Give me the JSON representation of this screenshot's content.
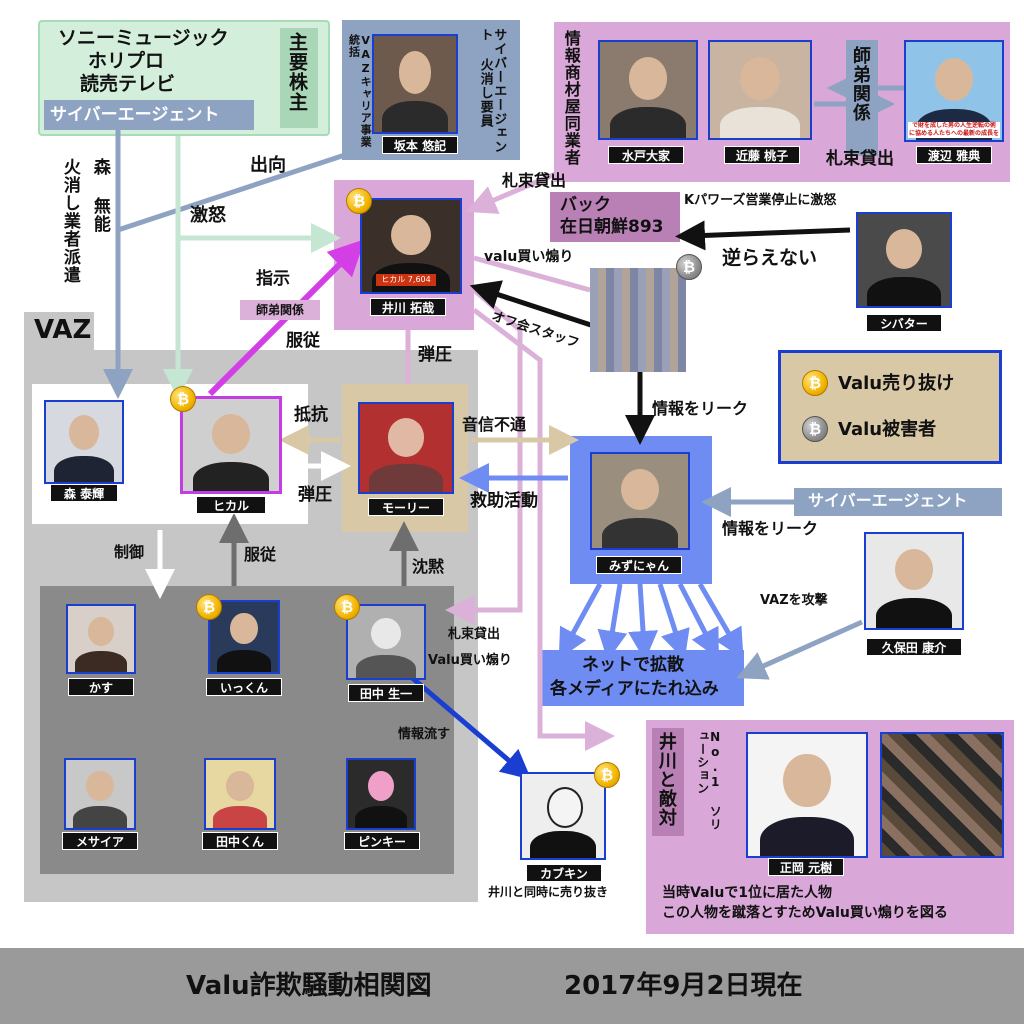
{
  "title": "Valu詐欺騒動相関図",
  "date": "2017年9月2日現在",
  "shareholders": {
    "names": [
      "ソニーミュージック",
      "ホリプロ",
      "読売テレビ"
    ],
    "label": "主要株主",
    "ca": "サイバーエージェント"
  },
  "sakamoto": {
    "name": "坂本 悠記",
    "role1": "サイバーエージェント 火消し要員",
    "role2": "VAZキャリア事業統括"
  },
  "info_group": {
    "label": "情報商材屋同業者",
    "mito": "水戸大家",
    "kondo": "近藤 桃子",
    "watanabe": "渡辺 雅典",
    "shitei": "師弟関係",
    "watanabe_caption": "で財を成した男の人生逆転の術 に協める人たちへの最新の成長を"
  },
  "people": {
    "ikawa": "井川 拓哉",
    "ikawa_plate": "ヒカル 7,604",
    "hikaru": "ヒカル",
    "mori_taiki": "森 泰輝",
    "mory": "モーリー",
    "mizunyan": "みずにゃん",
    "shibata": "シバター",
    "kubota": "久保田 康介",
    "kasu": "かす",
    "ikkun": "いっくん",
    "tanaka_seiichi": "田中 生一",
    "messiah": "メサイア",
    "tanakakun": "田中くん",
    "pinky": "ピンキー",
    "kabukin": "カブキン",
    "kabukin_note": "井川と同時に売り抜き",
    "masaoka": "正岡 元樹"
  },
  "back": {
    "line1": "バック",
    "line2": "在日朝鮮893"
  },
  "vaz_label": "VAZ",
  "legend": {
    "seller": "Valu売り抜け",
    "victim": "Valu被害者"
  },
  "ca_right": "サイバーエージェント",
  "spread": {
    "line1": "ネットで拡散",
    "line2": "各メディアにたれ込み"
  },
  "enemy": {
    "label": "井川と敵対",
    "no1": "No.1 ソリューション",
    "note1": "当時Valuで1位に居た人物",
    "note2": "この人物を蹴落とすためValu買い煽りを図る"
  },
  "relations": {
    "mori_muno": "森 無能",
    "hikeshi_haken": "火消し業者派遣",
    "shukko": "出向",
    "gekido": "激怒",
    "satsutaba1": "札束貸出",
    "satsutaba2": "札束貸出",
    "kpowers": "Kパワーズ営業停止に激怒",
    "sakaraenai": "逆らえない",
    "valu_kaiaori": "valu買い煽り",
    "offkai": "オフ会スタッフ",
    "shiji": "指示",
    "shitei_kankei": "師弟関係",
    "fukuju1": "服従",
    "dan_atsu1": "弾圧",
    "teikou": "抵抗",
    "dan_atsu2": "弾圧",
    "onshin": "音信不通",
    "kyujo": "救助活動",
    "leak1": "情報をリーク",
    "leak2": "情報をリーク",
    "vaz_attack": "VAZを攻撃",
    "seigyo": "制御",
    "fukuju2": "服従",
    "chinmoku": "沈黙",
    "satsutaba3": "札束貸出",
    "valu_kaiaori2": "Valu買い煽り",
    "info_nagasu": "情報流す"
  },
  "colors": {
    "green_box": "#d4eedc",
    "green_border": "#a8dbb8",
    "slate_box": "#8ea2c2",
    "pink_box": "#d9a7d8",
    "pink_line": "#dbb0d9",
    "vaz_gray": "#c6c6c6",
    "dark_gray": "#8a8a8a",
    "tan": "#d8c8a6",
    "blue_box": "#6f8cf2",
    "blue_arrow": "#6f8cf2",
    "title_bar": "#9a9a9a",
    "magenta": "#d33ee6",
    "back_purple": "#b880b4"
  }
}
